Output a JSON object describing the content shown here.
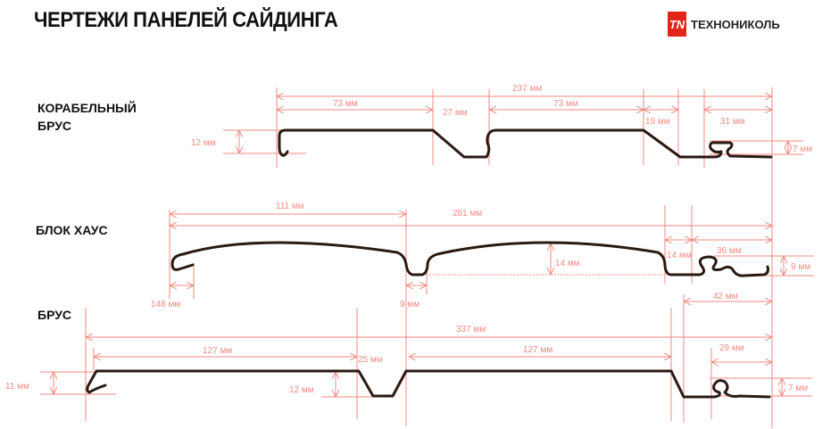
{
  "header": {
    "title": "ЧЕРТЕЖИ ПАНЕЛЕЙ САЙДИНГА",
    "logo_mark": "TN",
    "logo_text": "ТЕХНОНИКОЛЬ"
  },
  "colors": {
    "dimension": "#f08a80",
    "profile": "#2a1a12",
    "brand": "#e1251b"
  },
  "sections": [
    {
      "name": "КОРАБЕЛЬНЫЙ БРУС",
      "dims": {
        "total": "237 мм",
        "a": "73 мм",
        "b": "27 мм",
        "c": "73 мм",
        "d": "19 мм",
        "e": "31 мм",
        "height": "12 мм",
        "lock": "7 мм"
      }
    },
    {
      "name": "БЛОК ХАУС",
      "dims": {
        "a": "111 мм",
        "total": "281 мм",
        "depth": "14 мм",
        "b": "14 мм",
        "c": "36 мм",
        "lock": "9 мм",
        "left": "148 мм",
        "groove": "9 мм"
      }
    },
    {
      "name": "БРУС",
      "dims": {
        "lock_width": "42 мм",
        "total": "337 мм",
        "a": "127 мм",
        "b": "25 мм",
        "c": "127 мм",
        "d": "29 мм",
        "height": "11 мм",
        "groove": "12 мм",
        "lock": "7 мм"
      }
    }
  ]
}
